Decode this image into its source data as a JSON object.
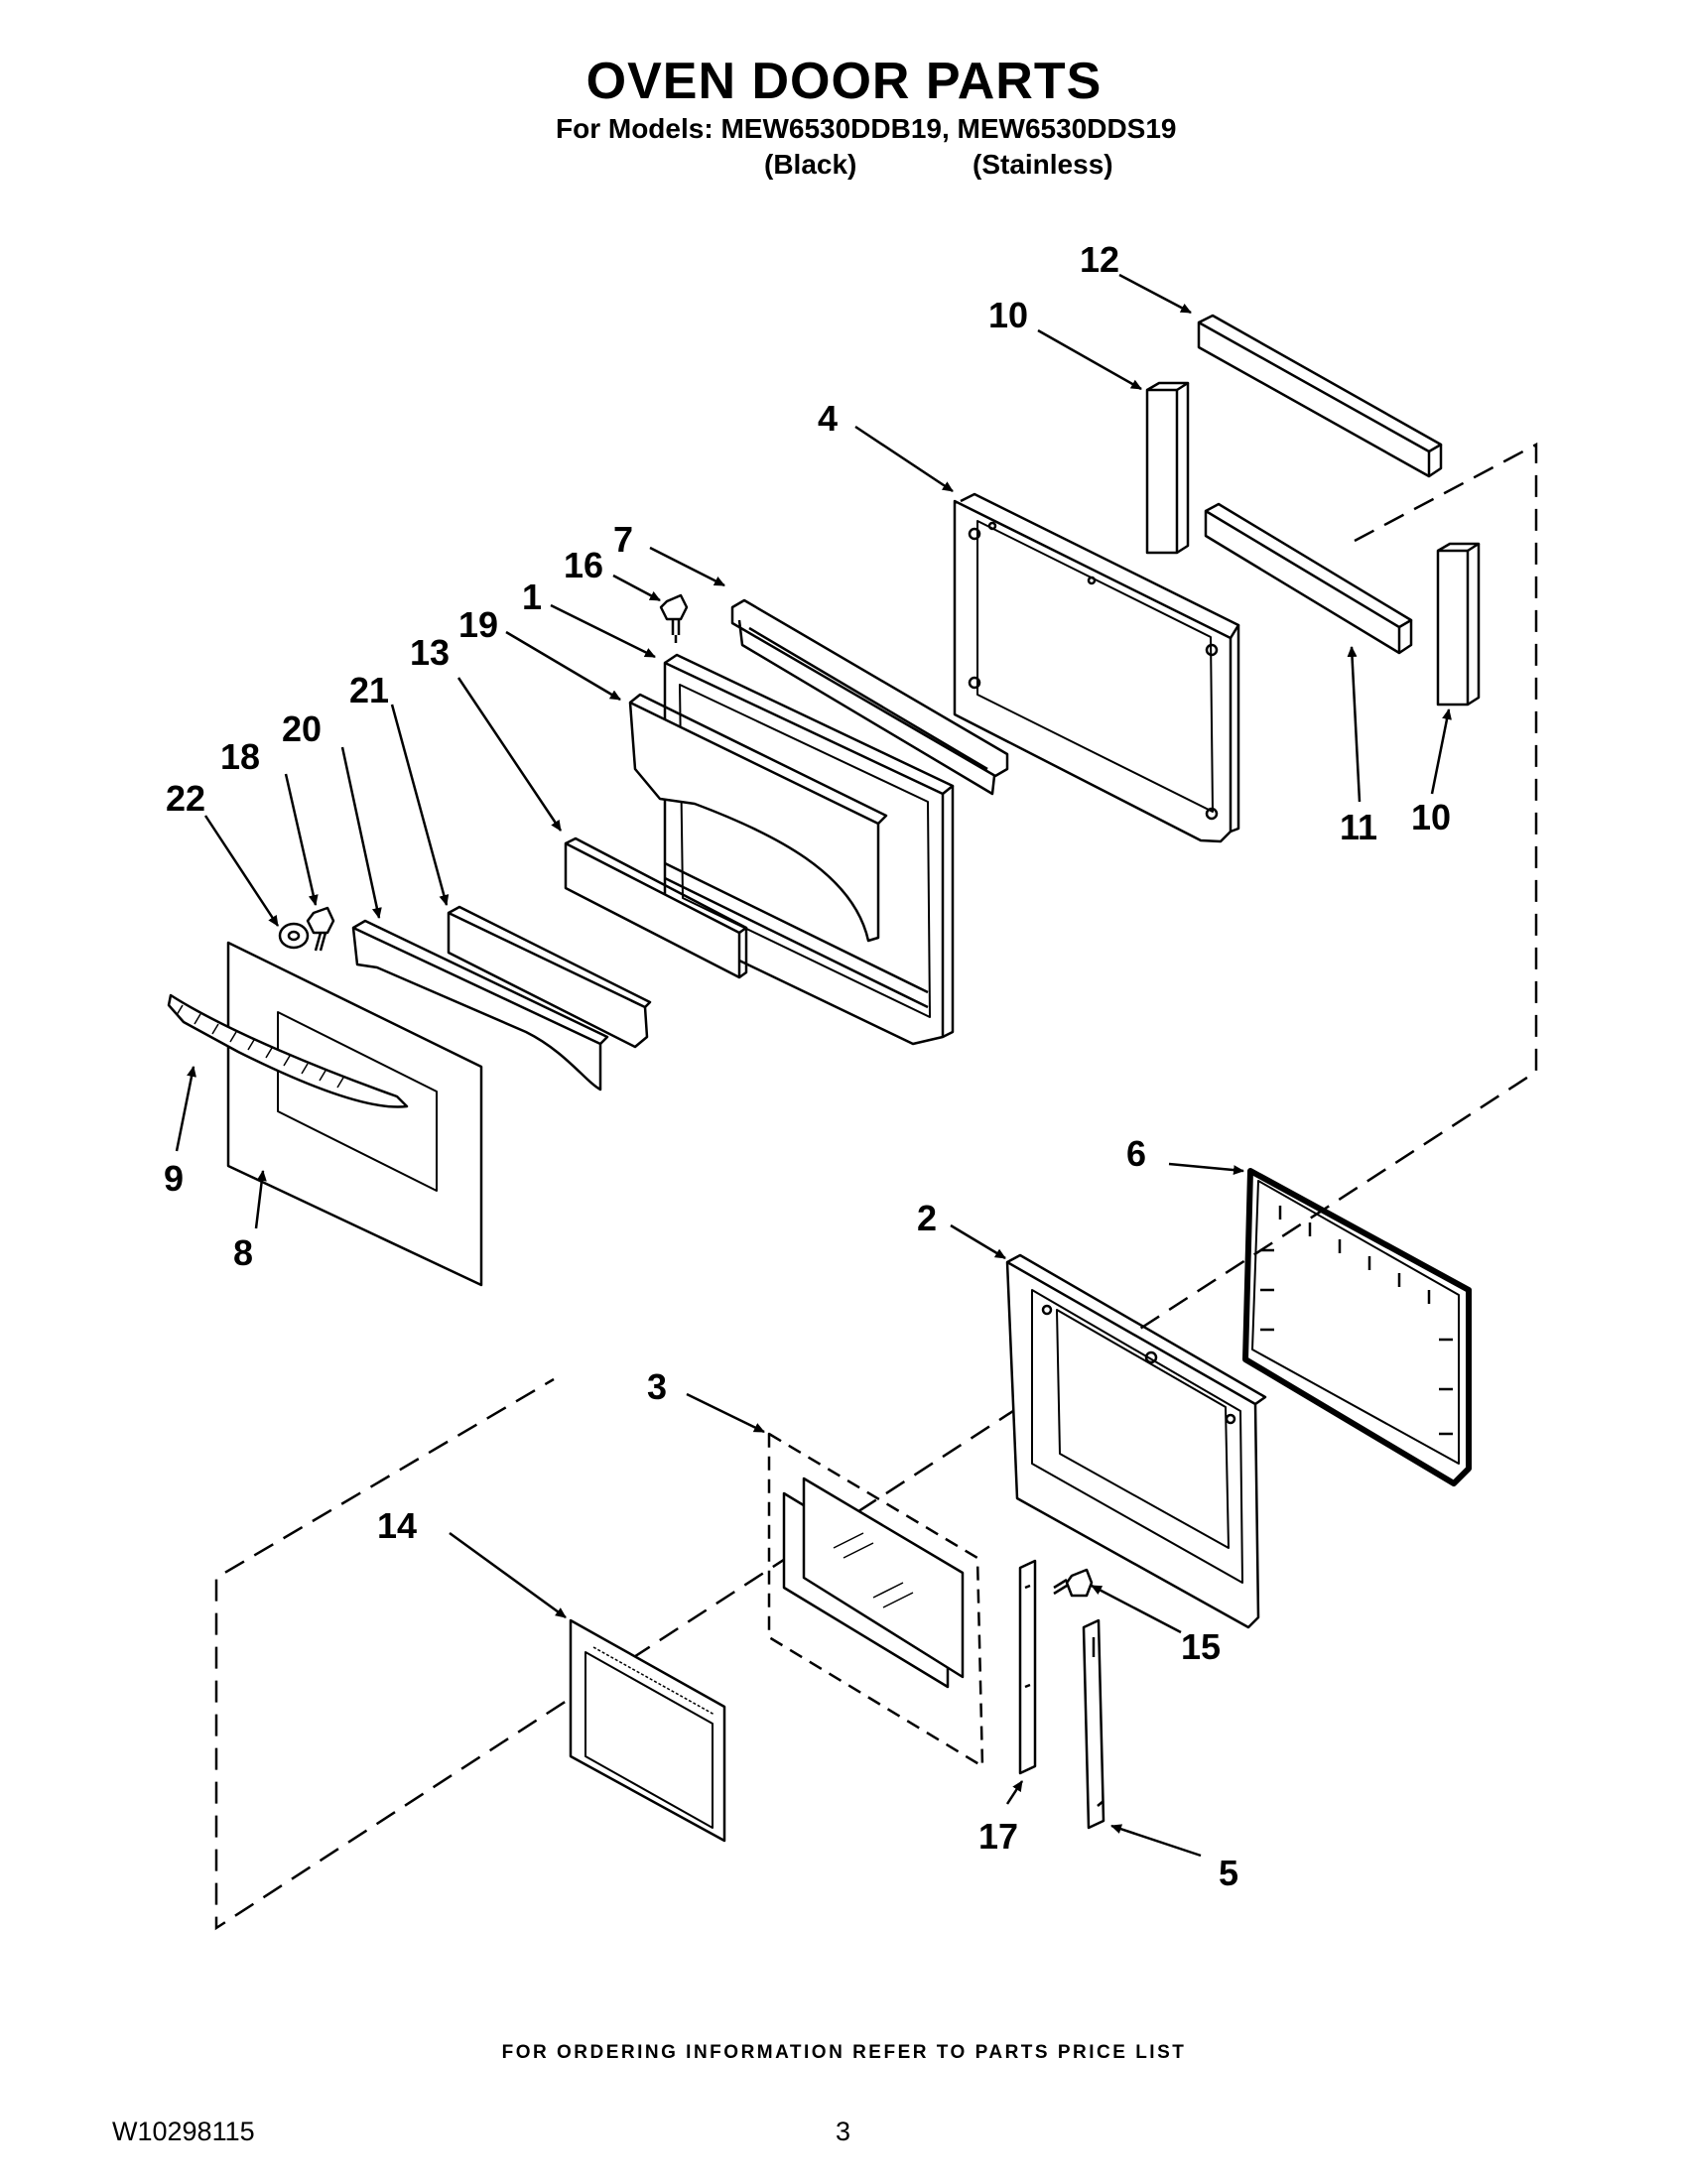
{
  "header": {
    "title": "OVEN DOOR PARTS",
    "models_line": "For Models: MEW6530DDB19, MEW6530DDS19",
    "variant_black": "(Black)",
    "variant_stainless": "(Stainless)"
  },
  "callouts": {
    "p1": "1",
    "p2": "2",
    "p3": "3",
    "p4": "4",
    "p5": "5",
    "p6": "6",
    "p7": "7",
    "p8": "8",
    "p9": "9",
    "p10a": "10",
    "p10b": "10",
    "p11": "11",
    "p12": "12",
    "p13": "13",
    "p14": "14",
    "p15": "15",
    "p16": "16",
    "p17": "17",
    "p18": "18",
    "p19": "19",
    "p20": "20",
    "p21": "21",
    "p22": "22"
  },
  "footer": {
    "ordering_note": "FOR ORDERING INFORMATION REFER TO PARTS PRICE LIST",
    "doc_number": "W10298115",
    "page_number": "3"
  }
}
